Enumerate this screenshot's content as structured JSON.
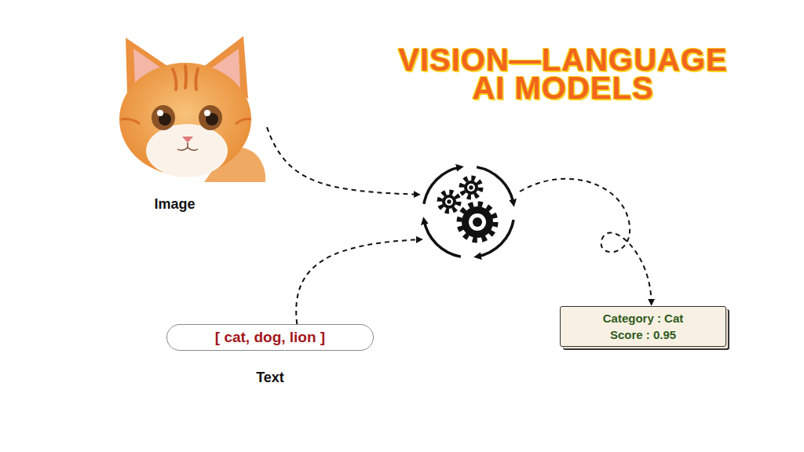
{
  "diagram": {
    "title": "VISION—LANGUAGE AI MODELS",
    "nodes": [
      {
        "text": [
          "Image"
        ]
      },
      {
        "text": []
      },
      {
        "text": [
          "[ cat, dog, lion ]",
          "Text"
        ]
      },
      {
        "text": [
          "Category : Cat",
          "Score : 0.95"
        ]
      }
    ],
    "edges": [
      {
        "from": 0,
        "to": 1,
        "arrow": "to"
      },
      {
        "from": 2,
        "to": 1,
        "arrow": "to"
      },
      {
        "from": 1,
        "to": 3,
        "arrow": "to"
      }
    ]
  }
}
